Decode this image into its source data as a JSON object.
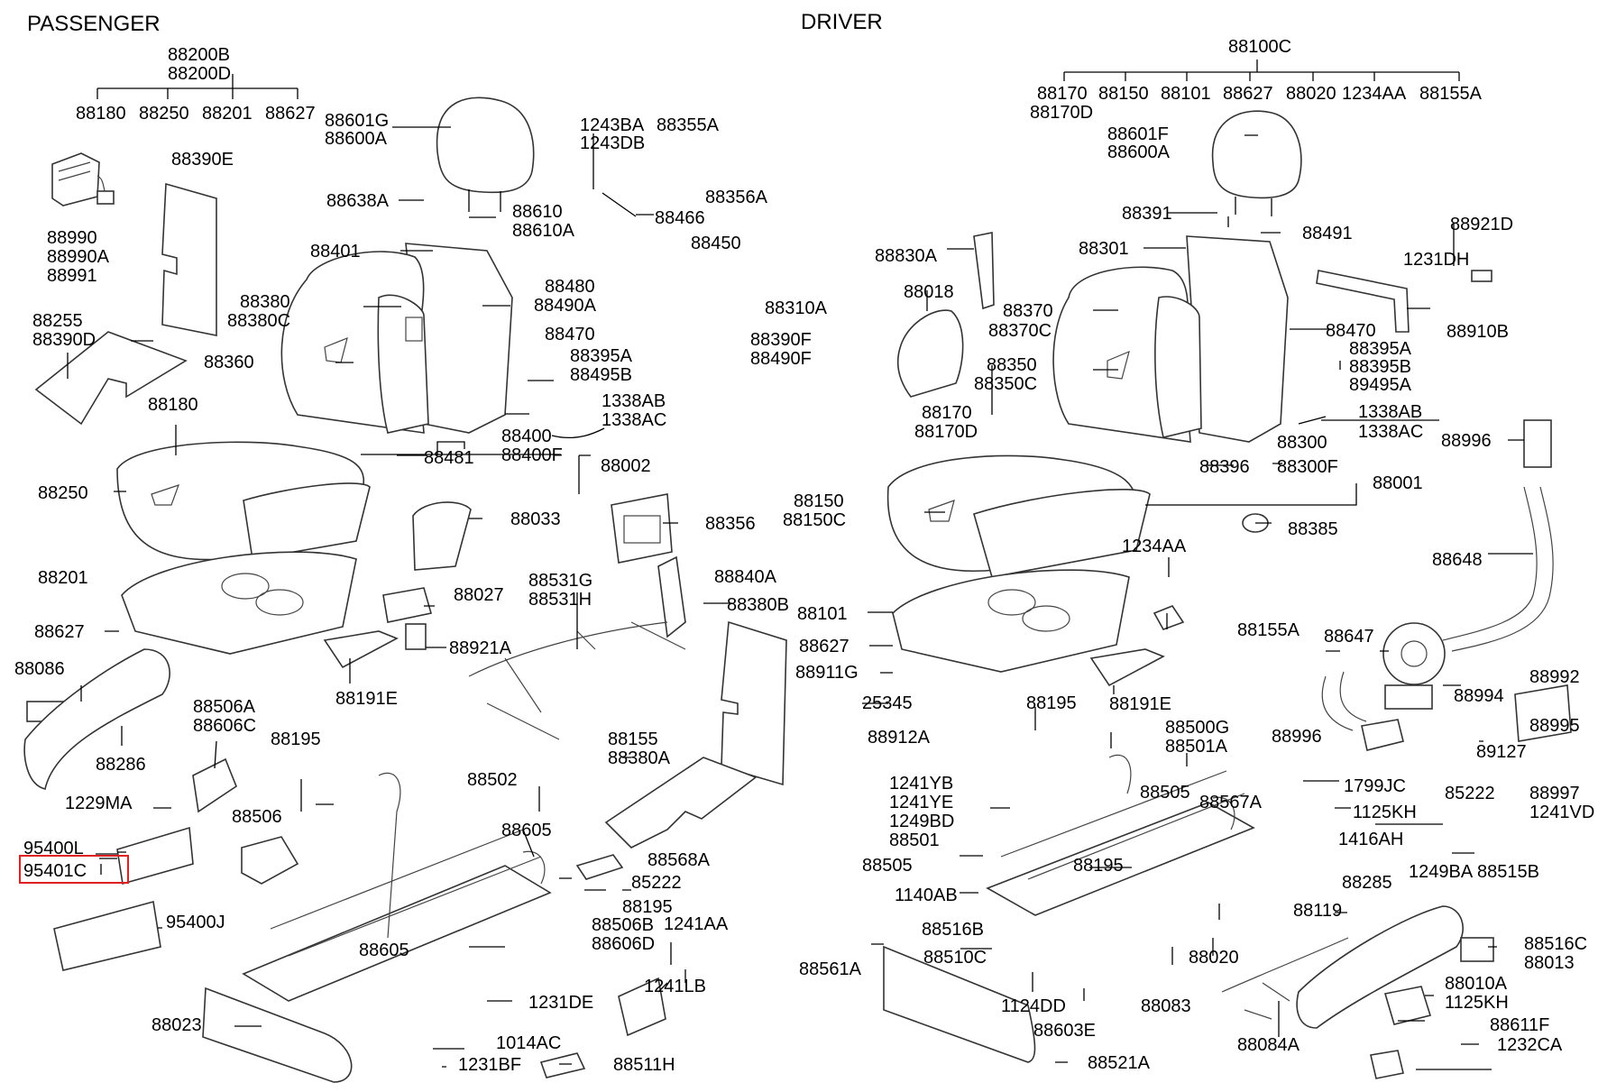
{
  "sections": {
    "passenger": "PASSENGER",
    "driver": "DRIVER"
  },
  "highlight_color": "#e02020",
  "labels": [
    {
      "id": "p-88200b",
      "text": "88200B"
    },
    {
      "id": "p-88200d",
      "text": "88200D"
    },
    {
      "id": "p-88180a",
      "text": "88180"
    },
    {
      "id": "p-88250a",
      "text": "88250"
    },
    {
      "id": "p-88201a",
      "text": "88201"
    },
    {
      "id": "p-88627a",
      "text": "88627"
    },
    {
      "id": "p-88601g",
      "text": "88601G"
    },
    {
      "id": "p-88600a",
      "text": "88600A"
    },
    {
      "id": "p-1243ba",
      "text": "1243BA"
    },
    {
      "id": "p-1243db",
      "text": "1243DB"
    },
    {
      "id": "p-88355a",
      "text": "88355A"
    },
    {
      "id": "p-88356a",
      "text": "88356A"
    },
    {
      "id": "p-88390e",
      "text": "88390E"
    },
    {
      "id": "p-88990",
      "text": "88990"
    },
    {
      "id": "p-88990a",
      "text": "88990A"
    },
    {
      "id": "p-88991",
      "text": "88991"
    },
    {
      "id": "p-88638a",
      "text": "88638A"
    },
    {
      "id": "p-88610",
      "text": "88610"
    },
    {
      "id": "p-88610a",
      "text": "88610A"
    },
    {
      "id": "p-88466",
      "text": "88466"
    },
    {
      "id": "p-88450",
      "text": "88450"
    },
    {
      "id": "p-88401",
      "text": "88401"
    },
    {
      "id": "p-88480",
      "text": "88480"
    },
    {
      "id": "p-88490a",
      "text": "88490A"
    },
    {
      "id": "p-88310a",
      "text": "88310A"
    },
    {
      "id": "p-88380",
      "text": "88380"
    },
    {
      "id": "p-88380c",
      "text": "88380C"
    },
    {
      "id": "p-88470",
      "text": "88470"
    },
    {
      "id": "p-88390f",
      "text": "88390F"
    },
    {
      "id": "p-88490f",
      "text": "88490F"
    },
    {
      "id": "p-88255",
      "text": "88255"
    },
    {
      "id": "p-88390d",
      "text": "88390D"
    },
    {
      "id": "p-88360",
      "text": "88360"
    },
    {
      "id": "p-88395a",
      "text": "88395A"
    },
    {
      "id": "p-88495b",
      "text": "88495B"
    },
    {
      "id": "p-1338ab",
      "text": "1338AB"
    },
    {
      "id": "p-1338ac",
      "text": "1338AC"
    },
    {
      "id": "p-88180b",
      "text": "88180"
    },
    {
      "id": "p-88400",
      "text": "88400"
    },
    {
      "id": "p-88481",
      "text": "88481"
    },
    {
      "id": "p-88400f",
      "text": "88400F"
    },
    {
      "id": "p-88002",
      "text": "88002"
    },
    {
      "id": "p-88250b",
      "text": "88250"
    },
    {
      "id": "p-88033",
      "text": "88033"
    },
    {
      "id": "p-88356",
      "text": "88356"
    },
    {
      "id": "p-88201b",
      "text": "88201"
    },
    {
      "id": "p-88531g",
      "text": "88531G"
    },
    {
      "id": "p-88531h",
      "text": "88531H"
    },
    {
      "id": "p-88840a",
      "text": "88840A"
    },
    {
      "id": "p-88027",
      "text": "88027"
    },
    {
      "id": "p-88380b",
      "text": "88380B"
    },
    {
      "id": "p-88627b",
      "text": "88627"
    },
    {
      "id": "p-88921a",
      "text": "88921A"
    },
    {
      "id": "p-88086",
      "text": "88086"
    },
    {
      "id": "p-88191e",
      "text": "88191E"
    },
    {
      "id": "p-88506a",
      "text": "88506A"
    },
    {
      "id": "p-88606c",
      "text": "88606C"
    },
    {
      "id": "p-88155",
      "text": "88155"
    },
    {
      "id": "p-88380a",
      "text": "88380A"
    },
    {
      "id": "p-88286",
      "text": "88286"
    },
    {
      "id": "p-88195a",
      "text": "88195"
    },
    {
      "id": "p-88502",
      "text": "88502"
    },
    {
      "id": "p-1229ma",
      "text": "1229MA"
    },
    {
      "id": "p-88506",
      "text": "88506"
    },
    {
      "id": "p-88605a",
      "text": "88605"
    },
    {
      "id": "p-95400l",
      "text": "95400L"
    },
    {
      "id": "p-88568a",
      "text": "88568A"
    },
    {
      "id": "p-95401c",
      "text": "95401C"
    },
    {
      "id": "p-85222a",
      "text": "85222"
    },
    {
      "id": "p-88195b",
      "text": "88195"
    },
    {
      "id": "p-95400j",
      "text": "95400J"
    },
    {
      "id": "p-88506b",
      "text": "88506B"
    },
    {
      "id": "p-1241aa",
      "text": "1241AA"
    },
    {
      "id": "p-88606d",
      "text": "88606D"
    },
    {
      "id": "p-88605b",
      "text": "88605"
    },
    {
      "id": "p-1241lb",
      "text": "1241LB"
    },
    {
      "id": "p-1231de",
      "text": "1231DE"
    },
    {
      "id": "p-88023",
      "text": "88023"
    },
    {
      "id": "p-1014ac",
      "text": "1014AC"
    },
    {
      "id": "p-1231bf",
      "text": "1231BF"
    },
    {
      "id": "p-88511h",
      "text": "88511H"
    },
    {
      "id": "d-88100c",
      "text": "88100C"
    },
    {
      "id": "d-88170a",
      "text": "88170"
    },
    {
      "id": "d-88150a",
      "text": "88150"
    },
    {
      "id": "d-88101a",
      "text": "88101"
    },
    {
      "id": "d-88627a",
      "text": "88627"
    },
    {
      "id": "d-88020a",
      "text": "88020"
    },
    {
      "id": "d-1234aa-top",
      "text": "1234AA"
    },
    {
      "id": "d-88155a-top",
      "text": "88155A"
    },
    {
      "id": "d-88170d-top",
      "text": "88170D"
    },
    {
      "id": "d-88601f",
      "text": "88601F"
    },
    {
      "id": "d-88600a",
      "text": "88600A"
    },
    {
      "id": "d-88391",
      "text": "88391"
    },
    {
      "id": "d-88491",
      "text": "88491"
    },
    {
      "id": "d-88921d",
      "text": "88921D"
    },
    {
      "id": "d-88830a",
      "text": "88830A"
    },
    {
      "id": "d-88301",
      "text": "88301"
    },
    {
      "id": "d-1231dh",
      "text": "1231DH"
    },
    {
      "id": "d-88018",
      "text": "88018"
    },
    {
      "id": "d-88370",
      "text": "88370"
    },
    {
      "id": "d-88370c",
      "text": "88370C"
    },
    {
      "id": "d-88470",
      "text": "88470"
    },
    {
      "id": "d-88910b",
      "text": "88910B"
    },
    {
      "id": "d-88350",
      "text": "88350"
    },
    {
      "id": "d-88350c",
      "text": "88350C"
    },
    {
      "id": "d-88395a",
      "text": "88395A"
    },
    {
      "id": "d-88395b",
      "text": "88395B"
    },
    {
      "id": "d-89495a",
      "text": "89495A"
    },
    {
      "id": "d-88170b",
      "text": "88170"
    },
    {
      "id": "d-88170d",
      "text": "88170D"
    },
    {
      "id": "d-1338ab",
      "text": "1338AB"
    },
    {
      "id": "d-88300",
      "text": "88300"
    },
    {
      "id": "d-1338ac",
      "text": "1338AC"
    },
    {
      "id": "d-88996a",
      "text": "88996"
    },
    {
      "id": "d-88396",
      "text": "88396"
    },
    {
      "id": "d-88300f",
      "text": "88300F"
    },
    {
      "id": "d-88001",
      "text": "88001"
    },
    {
      "id": "d-88150b",
      "text": "88150"
    },
    {
      "id": "d-88150c",
      "text": "88150C"
    },
    {
      "id": "d-88385",
      "text": "88385"
    },
    {
      "id": "d-1234aa",
      "text": "1234AA"
    },
    {
      "id": "d-88648",
      "text": "88648"
    },
    {
      "id": "d-88101b",
      "text": "88101"
    },
    {
      "id": "d-88155a",
      "text": "88155A"
    },
    {
      "id": "d-88627b",
      "text": "88627"
    },
    {
      "id": "d-88647",
      "text": "88647"
    },
    {
      "id": "d-88911g",
      "text": "88911G"
    },
    {
      "id": "d-88992",
      "text": "88992"
    },
    {
      "id": "d-88191e",
      "text": "88191E"
    },
    {
      "id": "d-88994",
      "text": "88994"
    },
    {
      "id": "d-25345",
      "text": "25345"
    },
    {
      "id": "d-88195a",
      "text": "88195"
    },
    {
      "id": "d-88500g",
      "text": "88500G"
    },
    {
      "id": "d-88501a",
      "text": "88501A"
    },
    {
      "id": "d-88912a",
      "text": "88912A"
    },
    {
      "id": "d-88996b",
      "text": "88996"
    },
    {
      "id": "d-89127",
      "text": "89127"
    },
    {
      "id": "d-88995",
      "text": "88995"
    },
    {
      "id": "d-88997",
      "text": "88997"
    },
    {
      "id": "d-1241vd",
      "text": "1241VD"
    },
    {
      "id": "d-1241yb",
      "text": "1241YB"
    },
    {
      "id": "d-1241ye",
      "text": "1241YE"
    },
    {
      "id": "d-1249bd",
      "text": "1249BD"
    },
    {
      "id": "d-88501",
      "text": "88501"
    },
    {
      "id": "d-88505a",
      "text": "88505"
    },
    {
      "id": "d-88567a",
      "text": "88567A"
    },
    {
      "id": "d-1799jc",
      "text": "1799JC"
    },
    {
      "id": "d-85222",
      "text": "85222"
    },
    {
      "id": "d-1125kh-a",
      "text": "1125KH"
    },
    {
      "id": "d-1416ah",
      "text": "1416AH"
    },
    {
      "id": "d-88505b",
      "text": "88505"
    },
    {
      "id": "d-88195b",
      "text": "88195"
    },
    {
      "id": "d-88285",
      "text": "88285"
    },
    {
      "id": "d-1249ba",
      "text": "1249BA"
    },
    {
      "id": "d-88515b",
      "text": "88515B"
    },
    {
      "id": "d-1140ab",
      "text": "1140AB"
    },
    {
      "id": "d-88119",
      "text": "88119"
    },
    {
      "id": "d-88516b",
      "text": "88516B"
    },
    {
      "id": "d-88516c",
      "text": "88516C"
    },
    {
      "id": "d-88013",
      "text": "88013"
    },
    {
      "id": "d-88561a",
      "text": "88561A"
    },
    {
      "id": "d-88510c",
      "text": "88510C"
    },
    {
      "id": "d-88020b",
      "text": "88020"
    },
    {
      "id": "d-88010a",
      "text": "88010A"
    },
    {
      "id": "d-1125kh-b",
      "text": "1125KH"
    },
    {
      "id": "d-1124dd",
      "text": "1124DD"
    },
    {
      "id": "d-88083",
      "text": "88083"
    },
    {
      "id": "d-88611f",
      "text": "88611F"
    },
    {
      "id": "d-88603e",
      "text": "88603E"
    },
    {
      "id": "d-88084a",
      "text": "88084A"
    },
    {
      "id": "d-1232ca",
      "text": "1232CA"
    },
    {
      "id": "d-88521a",
      "text": "88521A"
    }
  ]
}
